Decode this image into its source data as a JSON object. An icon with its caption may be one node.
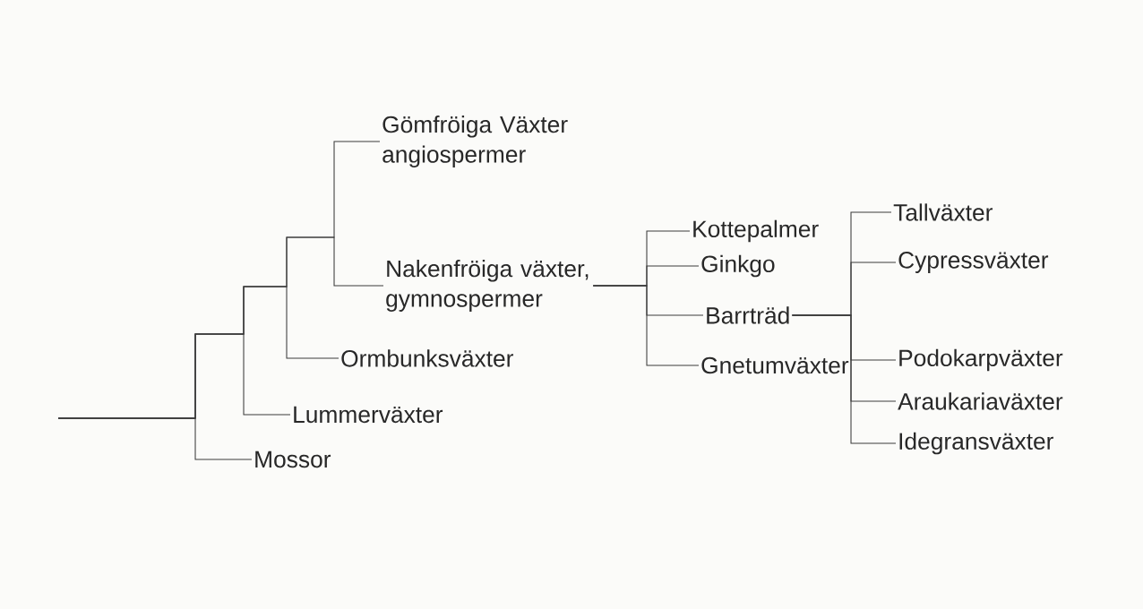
{
  "diagram": {
    "nodes": [
      {
        "text": [
          "Gömfröiga Växter angiospermer"
        ]
      },
      {
        "text": [
          "Nakenfröiga växter, gymnospermer"
        ]
      },
      {
        "text": [
          "Ormbunksväxter"
        ]
      },
      {
        "text": [
          "Lummerväxter"
        ]
      },
      {
        "text": [
          "Mossor"
        ]
      },
      {
        "text": [
          "Kottepalmer"
        ]
      },
      {
        "text": [
          "Ginkgo"
        ]
      },
      {
        "text": [
          "Barrträd"
        ]
      },
      {
        "text": [
          "Gnetumväxter"
        ]
      },
      {
        "text": [
          "Tallväxter"
        ]
      },
      {
        "text": [
          "Cypressväxter"
        ]
      },
      {
        "text": [
          "Podokarpväxter"
        ]
      },
      {
        "text": [
          "Araukariaväxter"
        ]
      },
      {
        "text": [
          "Idegransväxter"
        ]
      }
    ],
    "edges": [
      {
        "from": null,
        "to": 0,
        "arrow": "none"
      },
      {
        "from": null,
        "to": 1,
        "arrow": "none"
      },
      {
        "from": null,
        "to": 2,
        "arrow": "none"
      },
      {
        "from": null,
        "to": 3,
        "arrow": "none"
      },
      {
        "from": null,
        "to": 4,
        "arrow": "none"
      },
      {
        "from": 1,
        "to": 5,
        "arrow": "none"
      },
      {
        "from": 1,
        "to": 6,
        "arrow": "none"
      },
      {
        "from": 1,
        "to": 7,
        "arrow": "none"
      },
      {
        "from": 1,
        "to": 8,
        "arrow": "none"
      },
      {
        "from": 7,
        "to": 9,
        "arrow": "none"
      },
      {
        "from": 7,
        "to": 10,
        "arrow": "none"
      },
      {
        "from": 7,
        "to": 11,
        "arrow": "none"
      },
      {
        "from": 7,
        "to": 12,
        "arrow": "none"
      },
      {
        "from": 7,
        "to": 13,
        "arrow": "none"
      }
    ]
  }
}
